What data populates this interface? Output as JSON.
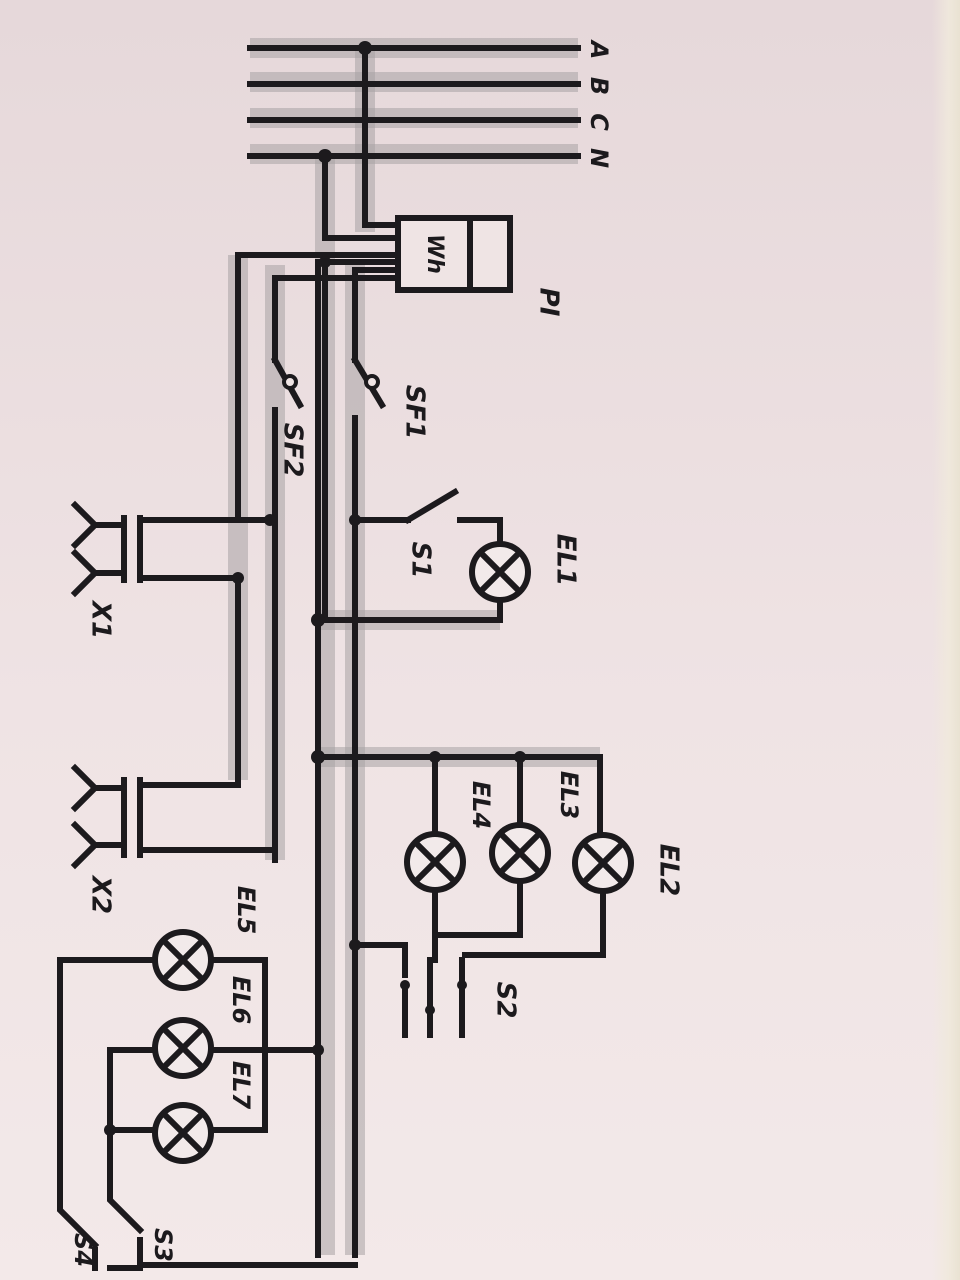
{
  "bus_labels": [
    "A",
    "B",
    "C",
    "N"
  ],
  "meter": {
    "label": "PI",
    "face_text": "Wh"
  },
  "breakers": [
    {
      "label": "SF1"
    },
    {
      "label": "SF2"
    }
  ],
  "switches": [
    {
      "label": "S1"
    },
    {
      "label": "S2"
    },
    {
      "label": "S3"
    },
    {
      "label": "S4"
    }
  ],
  "sockets": [
    {
      "label": "X1"
    },
    {
      "label": "X2"
    }
  ],
  "lamps": [
    {
      "label": "EL1"
    },
    {
      "label": "EL2"
    },
    {
      "label": "EL3"
    },
    {
      "label": "EL4"
    },
    {
      "label": "EL5"
    },
    {
      "label": "EL6"
    },
    {
      "label": "EL7"
    }
  ]
}
